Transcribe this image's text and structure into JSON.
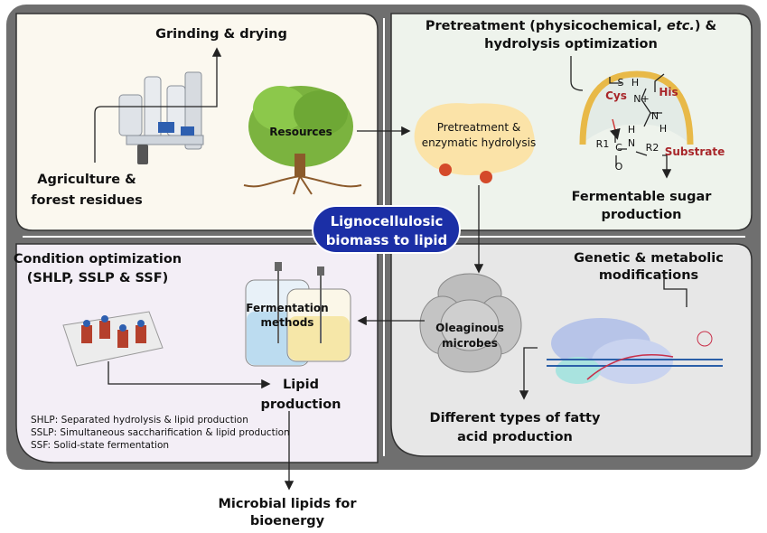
{
  "center": {
    "title_line1": "Lignocellulosic",
    "title_line2": "biomass to lipid",
    "color": "#1b2fa6"
  },
  "top_left": {
    "grinding": "Grinding & drying",
    "residues_line1": "Agriculture &",
    "residues_line2": "forest residues",
    "resources": "Resources",
    "bg": "#fbf8ef"
  },
  "top_right": {
    "title_line1_pre": "Pretreatment (physicochemical, ",
    "title_line1_em": "etc.",
    "title_line1_post": ") &",
    "title_line2": "hydrolysis optimization",
    "pretreat_line1": "Pretreatment &",
    "pretreat_line2": "enzymatic hydrolysis",
    "chem": {
      "cys": "Cys",
      "his": "His",
      "substrate": "Substrate",
      "s": "S",
      "h1": "H",
      "n_plus": "N+",
      "nh": "N",
      "h2": "H",
      "h3": "H",
      "n": "N",
      "r1": "R1",
      "c": "C",
      "o": "O",
      "r2": "R2"
    },
    "sugar_line1": "Fermentable sugar",
    "sugar_line2": "production",
    "bg": "#eef3ec"
  },
  "bottom_left": {
    "condition_line1": "Condition optimization",
    "condition_line2": "(SHLP, SSLP & SSF)",
    "fermentation_line1": "Fermentation",
    "fermentation_line2": "methods",
    "lipid_line1": "Lipid",
    "lipid_line2": "production",
    "legend": [
      "SHLP: Separated hydrolysis & lipid production",
      "SSLP: Simultaneous saccharification & lipid production",
      "SSF: Solid-state fermentation"
    ],
    "bg": "#f3eef6"
  },
  "bottom_right": {
    "genetic_line1": "Genetic & metabolic",
    "genetic_line2": "modifications",
    "microbes_line1": "Oleaginous",
    "microbes_line2": "microbes",
    "fatty_line1": "Different types of fatty",
    "fatty_line2": "acid production",
    "bg": "#e7e7e7"
  },
  "output": {
    "line1": "Microbial lipids for",
    "line2": "bioenergy"
  }
}
